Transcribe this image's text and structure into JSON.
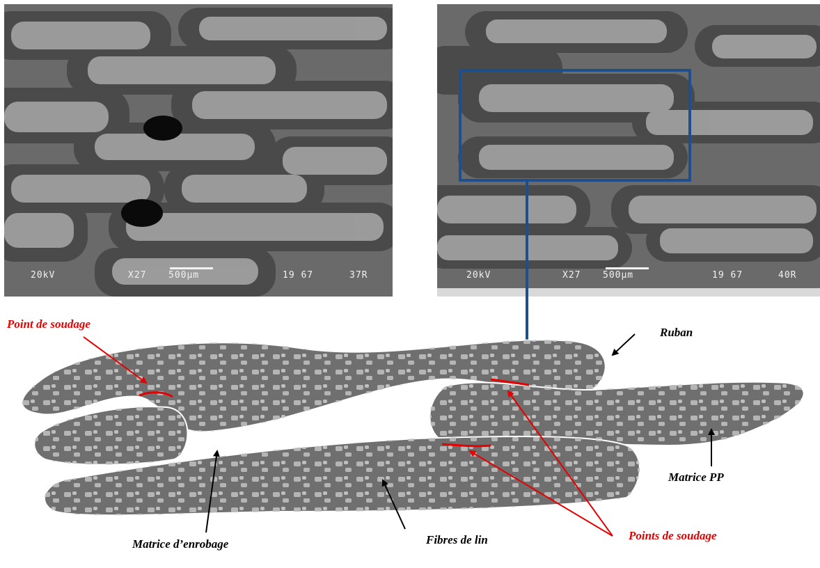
{
  "micrographs": [
    {
      "voltage": "20kV",
      "magnification": "X27",
      "scale": "500μm",
      "id": "19 67",
      "image_no": "37R"
    },
    {
      "voltage": "20kV",
      "magnification": "X27",
      "scale": "500μm",
      "id": "19 67",
      "image_no": "40R"
    }
  ],
  "labels": {
    "point_de_soudage": "Point de soudage",
    "ruban": "Ruban",
    "matrice_pp": "Matrice PP",
    "fibres_de_lin": "Fibres de lin",
    "matrice_enrobage": "Matrice d’enrobage",
    "points_de_soudage": "Points de soudage"
  },
  "colors": {
    "background": "#ffffff",
    "matrix": "#6f6f6f",
    "tape": "#7a7a7a",
    "fiber": "#bdbdbd",
    "weld": "#e60000",
    "highlight_box": "#1f4e8c",
    "arrow": "#000000"
  }
}
